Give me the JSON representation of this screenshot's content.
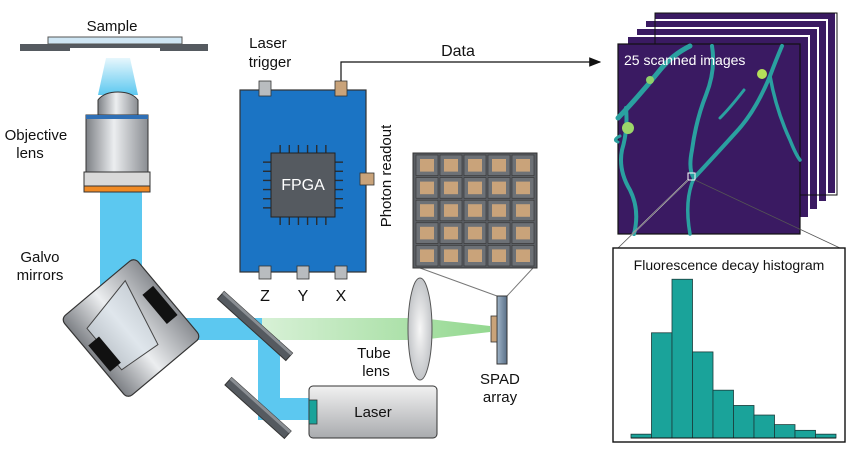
{
  "labels": {
    "sample": "Sample",
    "objective": [
      "Objective",
      "lens"
    ],
    "galvo": [
      "Galvo",
      "mirrors"
    ],
    "laser_trigger": [
      "Laser",
      "trigger"
    ],
    "fpga": "FPGA",
    "photon_readout": "Photon readout",
    "axis_z": "Z",
    "axis_y": "Y",
    "axis_x": "X",
    "data": "Data",
    "scanned": "25 scanned images",
    "histogram_title": "Fluorescence decay histogram",
    "tube_lens": [
      "Tube",
      "lens"
    ],
    "spad": [
      "SPAD",
      "array"
    ],
    "laser": "Laser"
  },
  "colors": {
    "beam_blue": "#5cc8f0",
    "emission_green": "#8ed68a",
    "fpga_board": "#1b74c4",
    "chip": "#555a60",
    "pad": "#c9a37a",
    "histogram_bar": "#1aa39a",
    "image_bg": "#3a1a62",
    "vessel": "#2aa0a0"
  },
  "spad": {
    "rows": 5,
    "cols": 5
  },
  "histogram": {
    "values": [
      0.02,
      0.55,
      0.83,
      0.45,
      0.25,
      0.17,
      0.12,
      0.07,
      0.04,
      0.02
    ]
  }
}
